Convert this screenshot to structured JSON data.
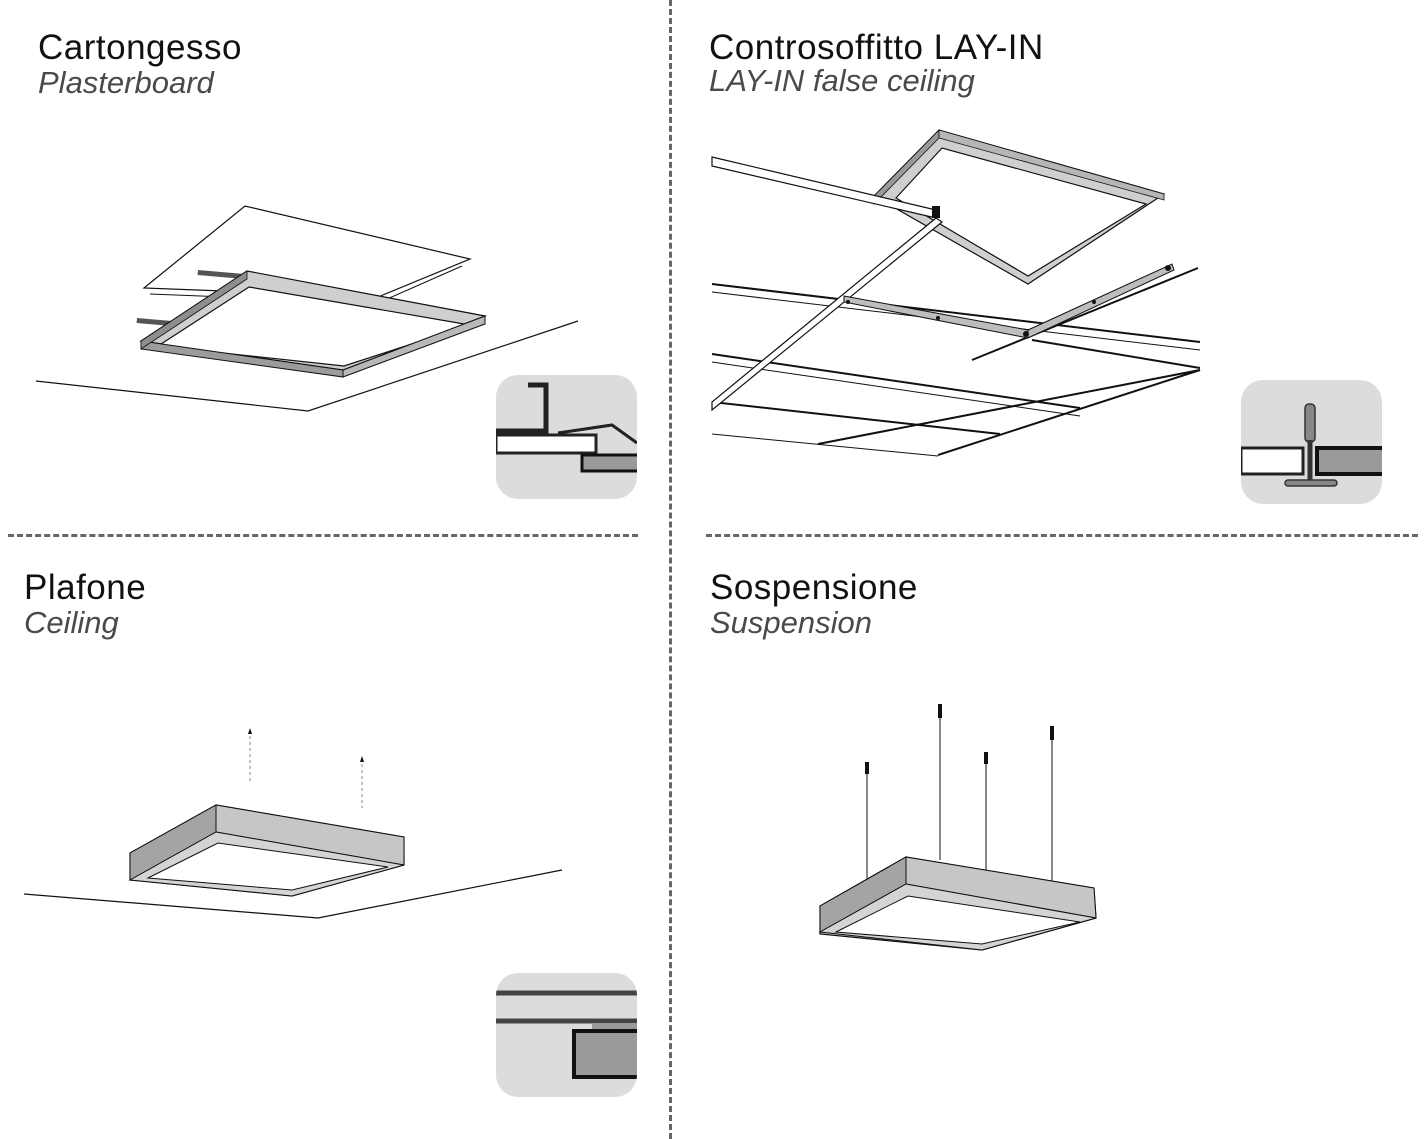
{
  "panels": [
    {
      "title": "Cartongesso",
      "subtitle": "Plasterboard",
      "icon": "plasterboard-mount-detail-icon"
    },
    {
      "title": "Controsoffitto LAY-IN",
      "subtitle": "LAY-IN false ceiling",
      "icon": "lay-in-tbar-detail-icon"
    },
    {
      "title": "Plafone",
      "subtitle": "Ceiling",
      "icon": "surface-mount-detail-icon"
    },
    {
      "title": "Sospensione",
      "subtitle": "Suspension",
      "icon": null
    }
  ],
  "colors": {
    "divider": "#666666",
    "badge_bg": "#dcdcdc",
    "frame_light": "#c8c8c8",
    "frame_dark": "#9a9a9a"
  }
}
